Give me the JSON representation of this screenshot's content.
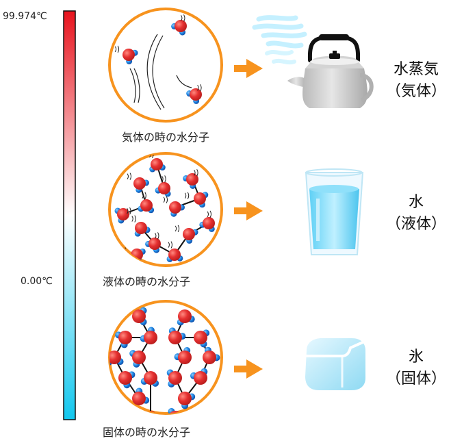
{
  "thermometer": {
    "top_label": "99.974℃",
    "zero_label": "0.00℃",
    "colors": {
      "hot": "#e8141e",
      "neutral": "#ffffff",
      "cold": "#11c7ee",
      "border": "#111111"
    }
  },
  "accent_color": "#f7931e",
  "molecule_colors": {
    "oxygen": "#e53030",
    "hydrogen": "#1e88e5",
    "bond": "#111111"
  },
  "rows": [
    {
      "caption": "気体の時の水分子",
      "state_line1": "水蒸気",
      "state_line2": "（気体）",
      "icon": "kettle-icon"
    },
    {
      "caption": "液体の時の水分子",
      "state_line1": "水",
      "state_line2": "（液体）",
      "icon": "glass-of-water-icon"
    },
    {
      "caption": "固体の時の水分子",
      "state_line1": "氷",
      "state_line2": "（固体）",
      "icon": "ice-cube-icon"
    }
  ]
}
